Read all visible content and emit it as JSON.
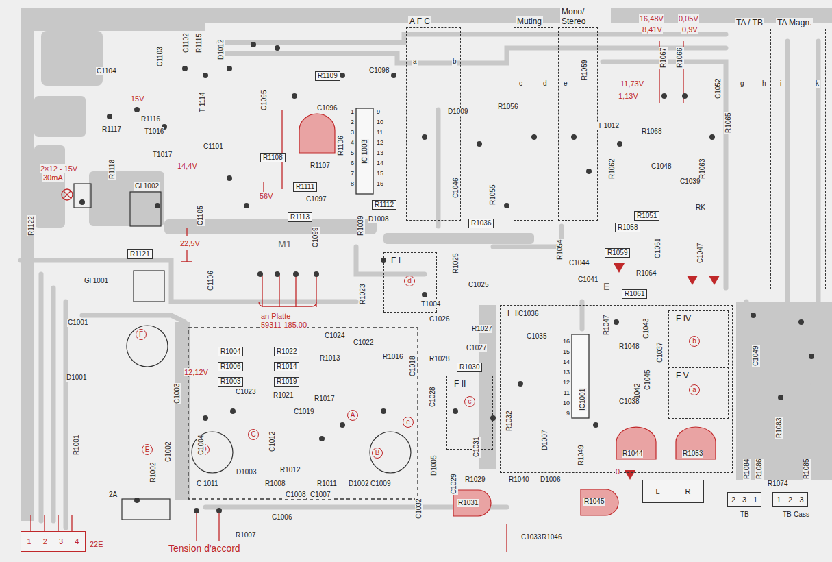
{
  "diagram": {
    "nodes": [
      {
        "text": [
          "A F C"
        ]
      },
      {
        "text": [
          "Muting"
        ]
      },
      {
        "text": [
          "Mono/ Stereo"
        ]
      },
      {
        "text": [
          "TA / TB"
        ]
      },
      {
        "text": [
          "TA Magn."
        ]
      },
      {
        "text": [
          "F I"
        ]
      },
      {
        "text": [
          "F II"
        ]
      },
      {
        "text": [
          "F III"
        ]
      },
      {
        "text": [
          "F IV"
        ],
        "in": 7
      },
      {
        "text": [
          "F V"
        ],
        "in": 7
      },
      {
        "text": [
          "1",
          "2",
          "3",
          "4"
        ]
      },
      {
        "text": [
          "2",
          "3",
          "1"
        ]
      },
      {
        "text": [
          "1",
          "2",
          "3"
        ]
      },
      {
        "text": [
          "L",
          "R"
        ]
      }
    ],
    "labels": [
      "15V",
      "2×12 - 15V",
      "30mA",
      "14,4V",
      "56V",
      "22,5V",
      "an Platte",
      "59311-185.00",
      "Tension d'accord",
      "12,12V",
      "16,48V",
      "8,41V",
      "0,05V",
      "0,9V",
      "11,73V",
      "1,13V",
      "0",
      "22E",
      "F",
      "E",
      "D",
      "C",
      "B",
      "A",
      "d",
      "c",
      "e",
      "b",
      "a",
      "C1104",
      "C1103",
      "C1102",
      "R1115",
      "D1012",
      "R1117",
      "R1116",
      "T1016",
      "T1017",
      "T 1114",
      "C1095",
      "R1109",
      "C1098",
      "C1096",
      "R1108",
      "C1101",
      "R1107",
      "R1106",
      "IC 1003",
      "R1111",
      "C1097",
      "R1113",
      "R1112",
      "D1008",
      "R1039",
      "C1099",
      "R1118",
      "Gl 1002",
      "R1121",
      "C1105",
      "R1122",
      "Gl 1001",
      "C1106",
      "R1023",
      "R1025",
      "C1025",
      "T1004",
      "C1026",
      "R1027",
      "C1027",
      "R1028",
      "R1030",
      "C1028",
      "C1031",
      "D1005",
      "C1029",
      "R1029",
      "C1032",
      "R1031",
      "R1040",
      "D1006",
      "C1033",
      "R1046",
      "R1045",
      "R1049",
      "R1044",
      "R1053",
      "R1032",
      "D1007",
      "IC1001",
      "C1036",
      "C1035",
      "R1047",
      "R1048",
      "C1043",
      "C1037",
      "C1045",
      "C1042",
      "C1038",
      "C1049",
      "R1084",
      "R1086",
      "R1083",
      "R1085",
      "R1074",
      "TB",
      "TB-Cass",
      "D1009",
      "C1046",
      "R1056",
      "R1055",
      "R1036",
      "R1059",
      "R1067",
      "R1066",
      "C1052",
      "R1065",
      "R1068",
      "T 1012",
      "R1062",
      "R1063",
      "C1048",
      "C1039",
      "R1051",
      "R1058",
      "C1051",
      "RK",
      "C1044",
      "C1041",
      "R1059",
      "R1064",
      "R1061",
      "C1047",
      "R1054",
      "C1001",
      "D1001",
      "R1001",
      "R1002",
      "C1002",
      "R1004",
      "R1022",
      "R1006",
      "R1014",
      "R1003",
      "R1019",
      "R1021",
      "C1024",
      "C1022",
      "R1013",
      "R1016",
      "C1018",
      "C1023",
      "R1017",
      "C1019",
      "C1012",
      "R1012",
      "R1008",
      "D1003",
      "C1008",
      "C1007",
      "R1011",
      "D1002",
      "C 1011",
      "C1009",
      "C1004",
      "C1003",
      "2A",
      "R1007",
      "C1006",
      "M1",
      "E",
      "a",
      "b",
      "c",
      "d",
      "e",
      "g",
      "h",
      "i",
      "k",
      "1",
      "2",
      "3",
      "4",
      "5",
      "6",
      "7",
      "8",
      "9",
      "10",
      "11",
      "12",
      "13",
      "14",
      "15",
      "16",
      "9",
      "10",
      "11",
      "12",
      "13",
      "14",
      "15",
      "16"
    ]
  }
}
